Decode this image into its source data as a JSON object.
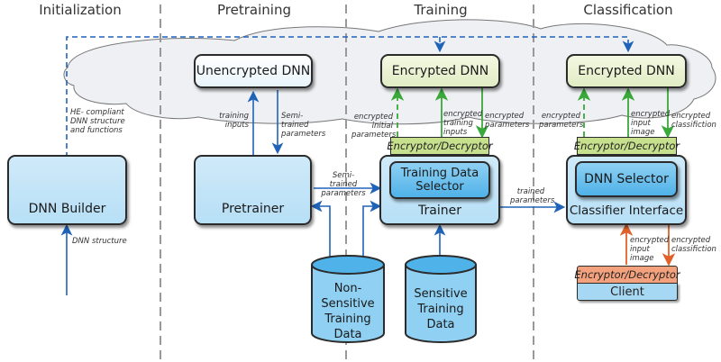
{
  "phases": [
    "Initialization",
    "Pretraining",
    "Training",
    "Classification"
  ],
  "nodes": {
    "dnn_builder": "DNN Builder",
    "unencrypted_dnn": "Unencrypted DNN",
    "pretrainer": "Pretrainer",
    "encrypted_dnn_training": "Encrypted DNN",
    "encrypted_dnn_classification": "Encrypted DNN",
    "encryptor_training": "Encryptor/Decryptor",
    "training_data_selector": "Training Data Selector",
    "trainer": "Trainer",
    "encryptor_classification": "Encryptor/Decryptor",
    "dnn_selector": "DNN Selector",
    "classifier_interface": "Classifier Interface",
    "client_encryptor": "Encryptor/Decryptor",
    "client": "Client",
    "non_sensitive_data": "Non-Sensitive Training Data",
    "sensitive_data": "Sensitive Training Data"
  },
  "edge_labels": {
    "he_compliant": "HE- compliant DNN structure and functions",
    "dnn_structure": "DNN structure",
    "training_inputs": "training inputs",
    "semi_trained_up": "Semi-trained parameters",
    "semi_trained_right": "Semi-trained parameters",
    "enc_initial_params": "encrypted initial parameters",
    "enc_training_inputs": "encrypted training inputs",
    "enc_parameters_training": "encrypted parameters",
    "trained_parameters": "trained parameters",
    "enc_parameters_class": "encrypted parameters",
    "enc_input_image": "encrypted input image",
    "enc_classification": "encrypted classifiction",
    "client_enc_input_image": "encrypted input image",
    "client_enc_classification": "encrypted classifiction"
  },
  "colors": {
    "blue_arrow": "#1f63b8",
    "green_arrow": "#3aa83a",
    "orange_arrow": "#e0622a",
    "cloud_fill": "#eef0f3",
    "divider": "#999999"
  }
}
